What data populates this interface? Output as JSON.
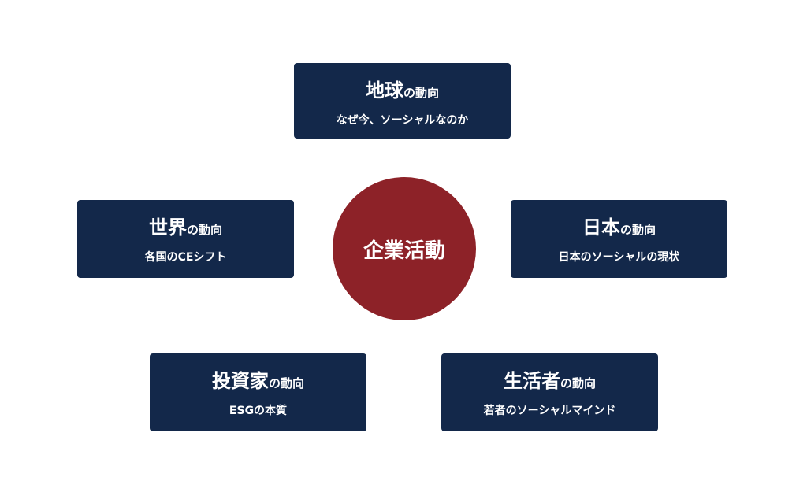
{
  "center": {
    "label": "企業活動"
  },
  "cards": [
    {
      "key": "earth",
      "title": "地球",
      "suffix": "の動向",
      "subtitle": "なぜ今、ソーシャルなのか"
    },
    {
      "key": "world",
      "title": "世界",
      "suffix": "の動向",
      "subtitle": "各国のCEシフト"
    },
    {
      "key": "japan",
      "title": "日本",
      "suffix": "の動向",
      "subtitle": "日本のソーシャルの現状"
    },
    {
      "key": "investor",
      "title": "投資家",
      "suffix": "の動向",
      "subtitle": "ESGの本質"
    },
    {
      "key": "consumer",
      "title": "生活者",
      "suffix": "の動向",
      "subtitle": "若者のソーシャルマインド"
    }
  ],
  "colors": {
    "card_bg": "#13284a",
    "center_bg": "#8d2228",
    "text": "#ffffff"
  }
}
